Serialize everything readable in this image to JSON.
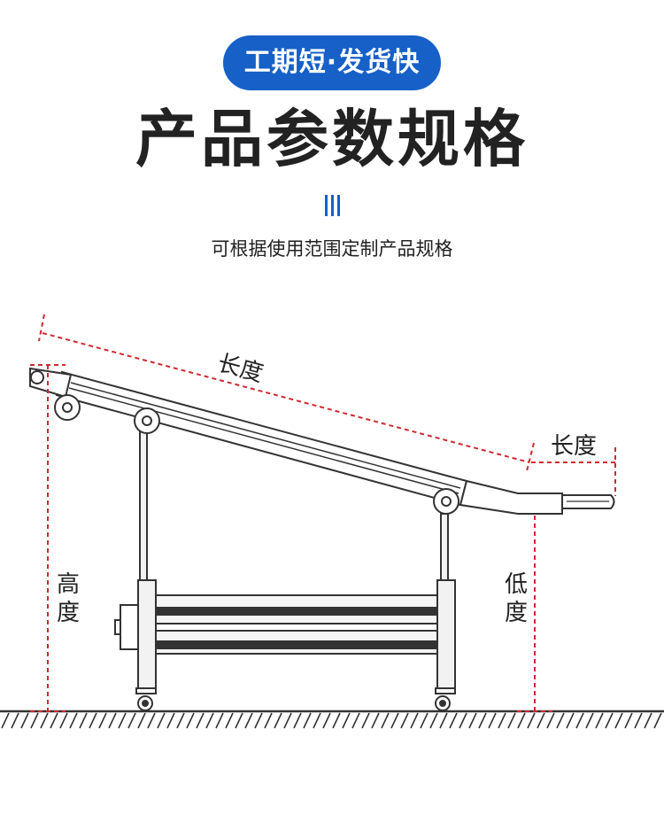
{
  "badge": "工期短·发货快",
  "title": "产品参数规格",
  "subtitle": "可根据使用范围定制产品规格",
  "labels": {
    "length_main": "长度",
    "length_end": "长度",
    "height_char1": "高",
    "height_char2": "度",
    "low_char1": "低",
    "low_char2": "度"
  },
  "colors": {
    "accent": "#1660c8",
    "dimension": "#d0282e",
    "line": "#333333"
  }
}
